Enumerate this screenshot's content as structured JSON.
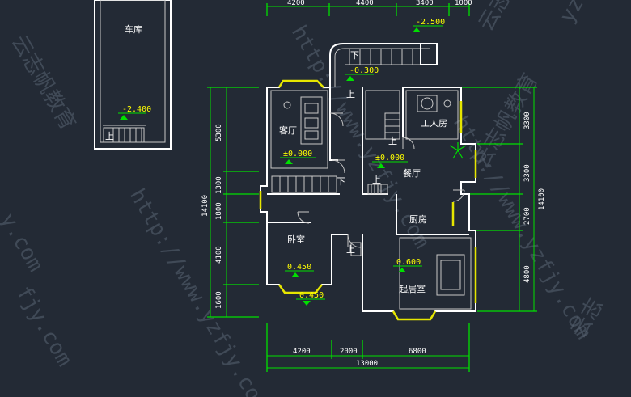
{
  "rooms": {
    "garage": "车库",
    "living": "客厅",
    "servant": "工人房",
    "dining": "餐厅",
    "kitchen": "厨房",
    "bedroom": "卧室",
    "family": "起居室"
  },
  "levels": {
    "garage": "-2.400",
    "top_stair": "-2.500",
    "entry": "-0.300",
    "living": "±0.000",
    "dining": "±0.000",
    "bedroom_a": "0.450",
    "bedroom_b": "0.450",
    "family": "0.600"
  },
  "stair_marks": {
    "up": "上",
    "down": "下"
  },
  "dims_top": [
    "4200",
    "4400",
    "3400",
    "1000"
  ],
  "dims_bottom": [
    "4200",
    "2000",
    "6800"
  ],
  "dim_bottom_total": "13000",
  "dims_left": [
    "5300",
    "1300",
    "1800",
    "4100",
    "1600"
  ],
  "dim_left_total": "14100",
  "dims_right": [
    "3300",
    "3300",
    "2700",
    "4800"
  ],
  "dim_right_total": "14100",
  "watermark": {
    "url": "http://www.yzfjy.com",
    "brand": "云志帆教育",
    "short_a": "yzfjy",
    "short_b": "fjy.com",
    "short_c": "y.com",
    "short_d": "云志"
  },
  "colors": {
    "background": "#232a35",
    "dimension": "#00e000",
    "level": "#ffff00",
    "window": "#e6e600",
    "wall": "#ffffff"
  }
}
